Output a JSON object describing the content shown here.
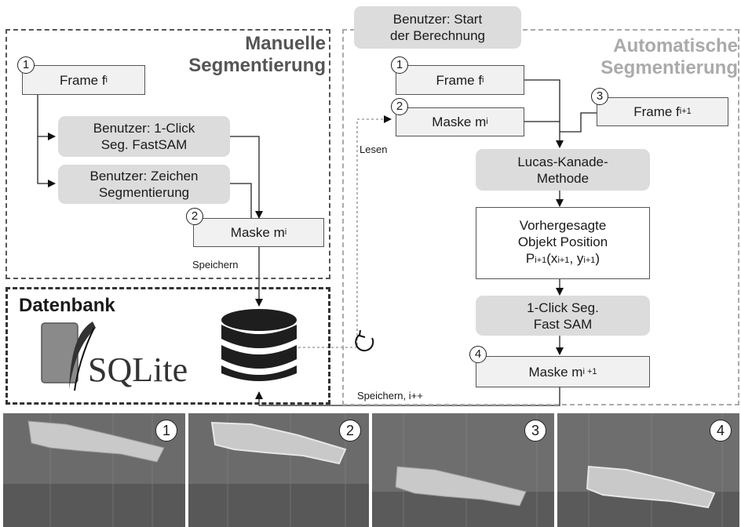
{
  "manual": {
    "title_line1": "Manuelle",
    "title_line2": "Segmentierung",
    "frame_label": "Frame f",
    "frame_sub": "i",
    "click_line1": "Benutzer: 1-Click",
    "click_line2": "Seg. FastSAM",
    "draw_line1": "Benutzer: Zeichen",
    "draw_line2": "Segmentierung",
    "mask_label": "Maske m",
    "mask_sub": "i",
    "save_label": "Speichern",
    "step1": "1",
    "step2": "2"
  },
  "database": {
    "title": "Datenbank",
    "logo_text": "SQLite"
  },
  "auto": {
    "title_line1": "Automatische",
    "title_line2": "Segmentierung",
    "start_line1": "Benutzer: Start",
    "start_line2": "der Berechnung",
    "frame_label": "Frame f",
    "frame_sub": "i",
    "mask_label": "Maske m",
    "mask_sub": "i",
    "next_frame_label": "Frame f",
    "next_frame_sub": "i+1",
    "lk_line1": "Lucas-Kanade-",
    "lk_line2": "Methode",
    "pred_line1": "Vorhergesagte",
    "pred_line2": "Objekt Position",
    "pred_p": "P",
    "pred_p_sub": "i+1",
    "pred_open": "(x",
    "pred_x_sub": "i+1",
    "pred_mid": ", y",
    "pred_y_sub": "i+1",
    "pred_close": ")",
    "fastsam_line1": "1-Click Seg.",
    "fastsam_line2": "Fast SAM",
    "mask_next_label": "Maske m",
    "mask_next_sub": "i +1",
    "read_label": "Lesen",
    "save_label": "Speichern, i++",
    "step1": "1",
    "step2": "2",
    "step3": "3",
    "step4": "4"
  },
  "photos": [
    {
      "badge": "1"
    },
    {
      "badge": "2"
    },
    {
      "badge": "3"
    },
    {
      "badge": "4"
    }
  ],
  "colors": {
    "dark_border": "#555555",
    "light_border": "#aaaaaa",
    "grey_box": "#dcdcdc",
    "light_box": "#f1f1f1"
  }
}
